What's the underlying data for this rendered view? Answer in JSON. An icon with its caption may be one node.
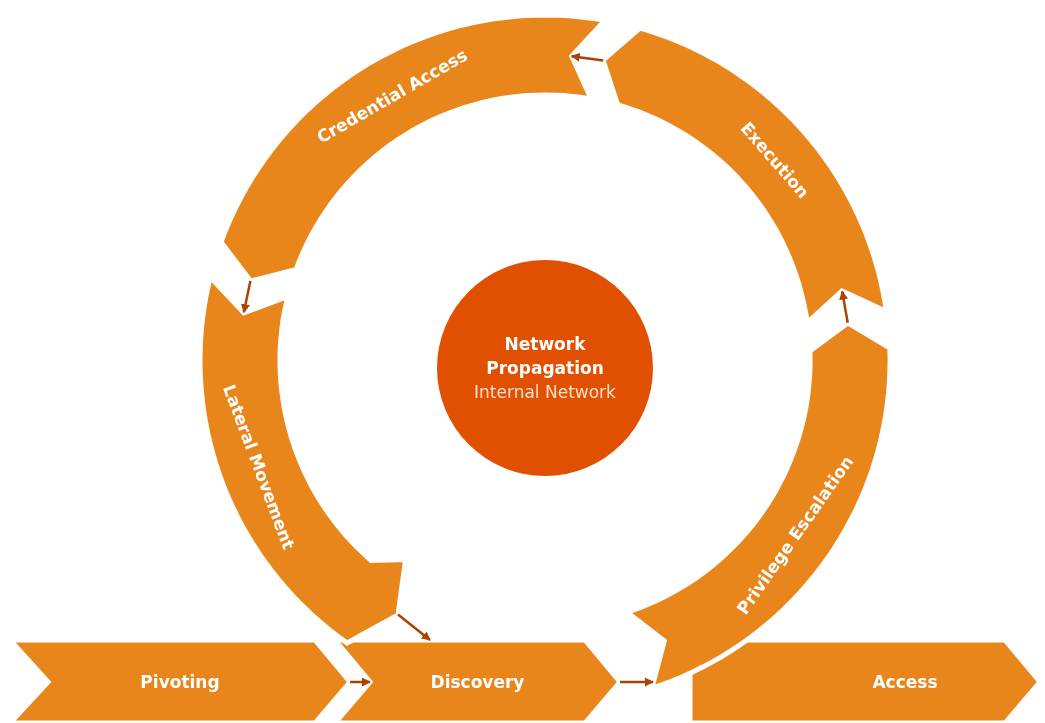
{
  "diagram": {
    "nodes": [
      {
        "text": [
          "Credential Access"
        ]
      },
      {
        "text": [
          "Execution"
        ]
      },
      {
        "text": [
          "Network Propagation",
          "Internal Network"
        ]
      },
      {
        "text": [
          "Lateral Movement"
        ]
      },
      {
        "text": [
          "Privilege Escalation"
        ]
      },
      {
        "text": [
          "Pivoting"
        ]
      },
      {
        "text": [
          "Discovery"
        ]
      },
      {
        "text": [
          "Access"
        ]
      }
    ],
    "edges": [
      {
        "from": 5,
        "to": 6,
        "arrow": "to"
      },
      {
        "from": 6,
        "to": 4,
        "arrow": "to"
      },
      {
        "from": 4,
        "to": 1,
        "arrow": "to"
      },
      {
        "from": 1,
        "to": 0,
        "arrow": "to"
      },
      {
        "from": 0,
        "to": 3,
        "arrow": "to"
      },
      {
        "from": 3,
        "to": 6,
        "arrow": "to"
      }
    ]
  }
}
